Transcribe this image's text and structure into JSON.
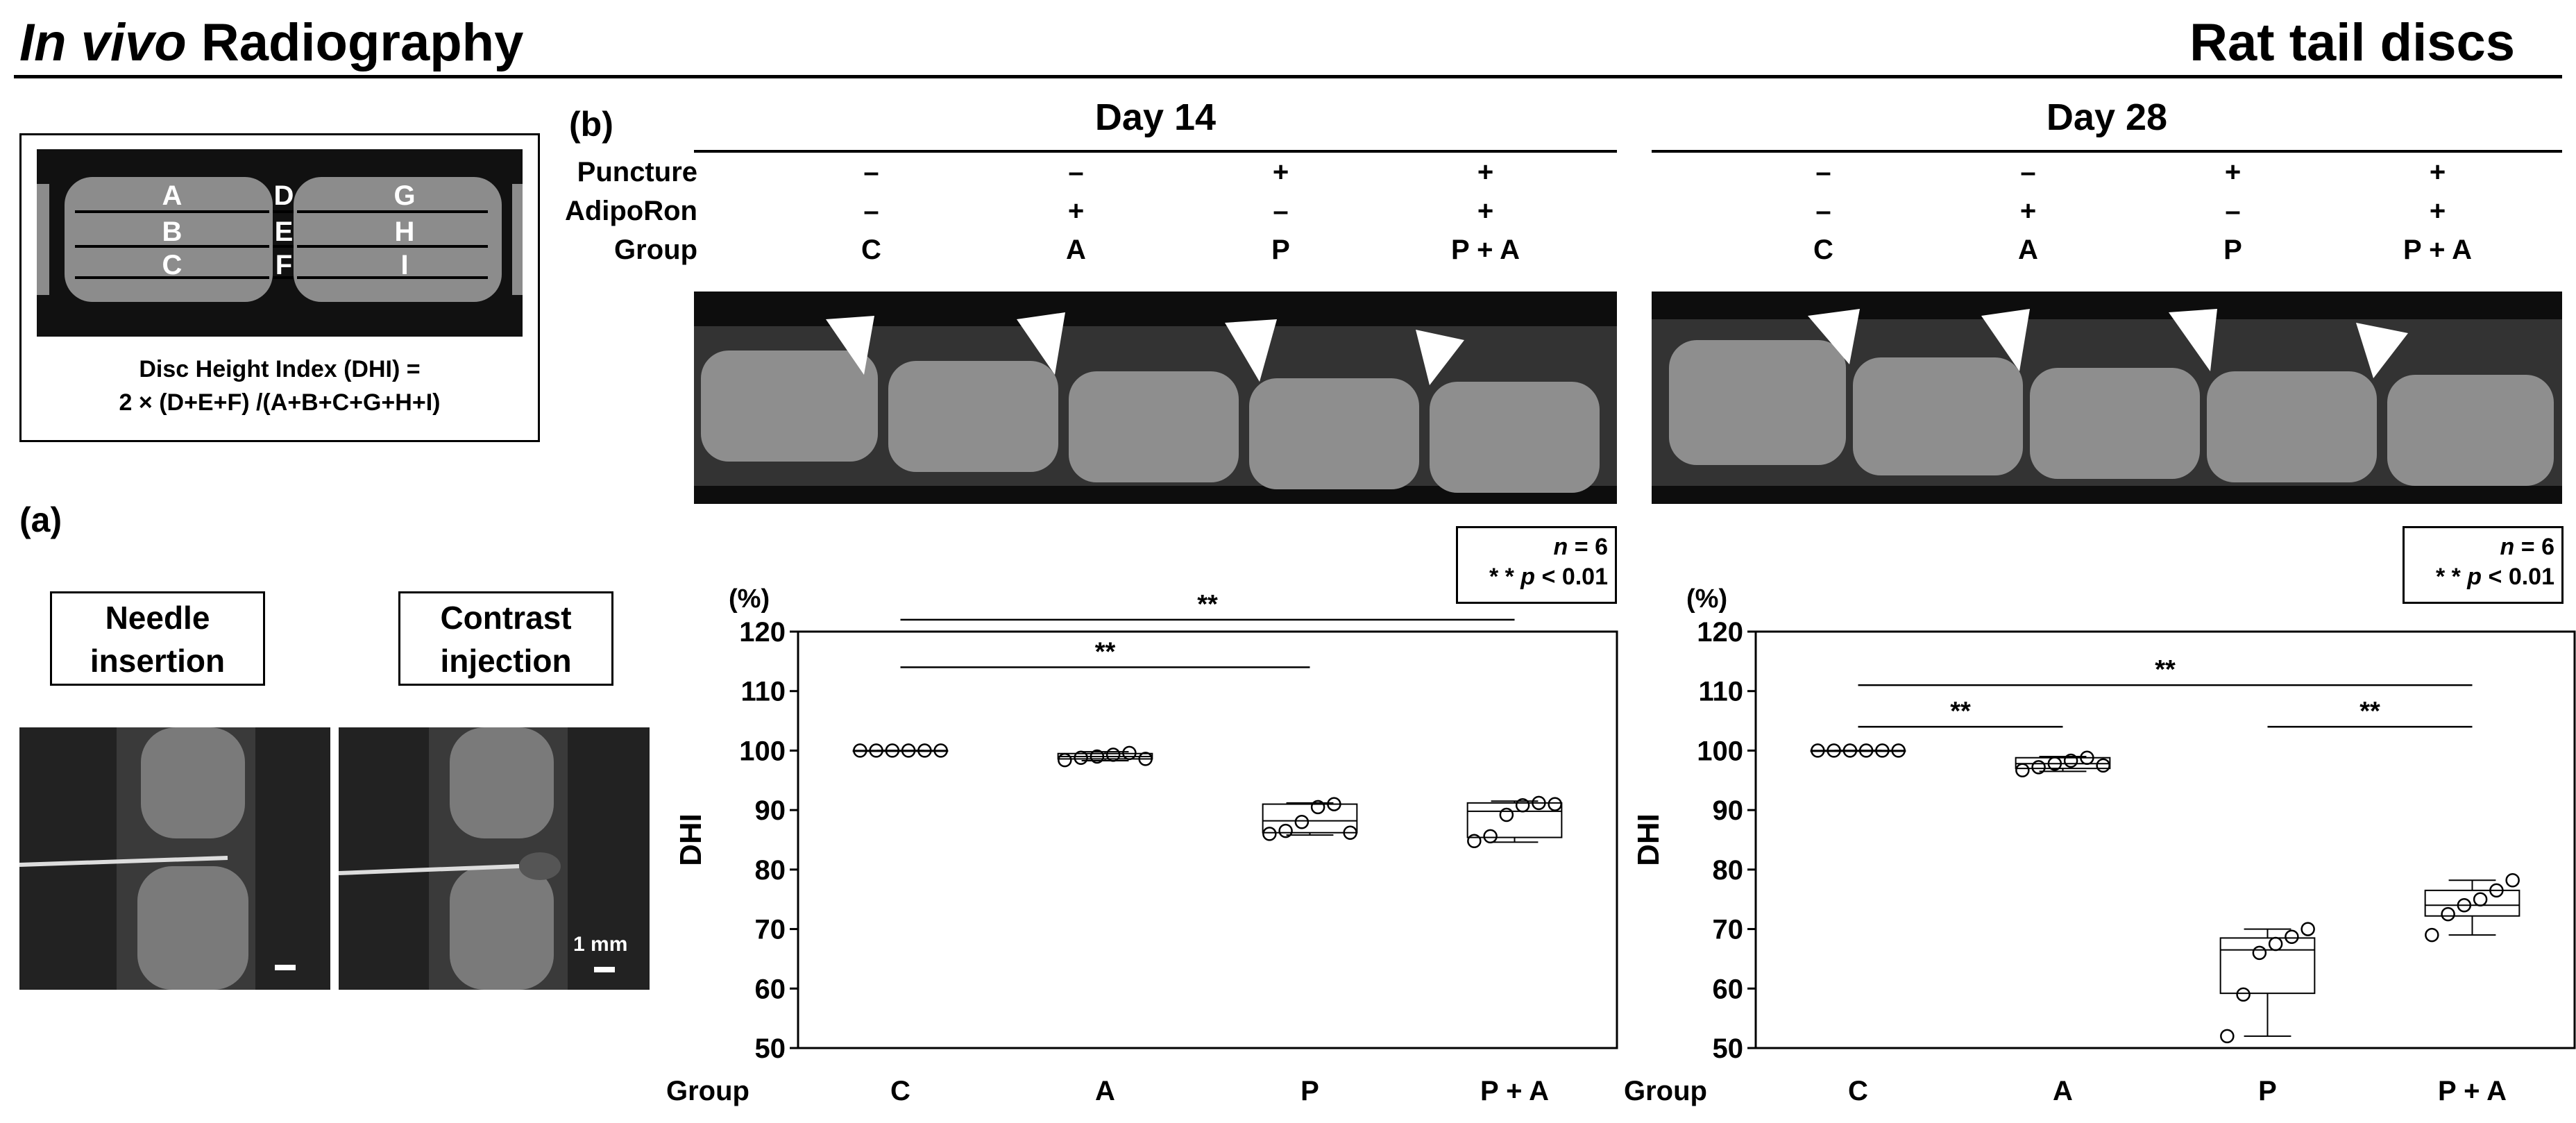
{
  "header": {
    "title_italic": "In vivo",
    "title_rest": " Radiography",
    "title_right": "Rat tail discs"
  },
  "panel_a": {
    "label": "(a)",
    "formula_line1": "Disc Height Index (DHI) =",
    "formula_line2": "2 × (D+E+F) /(A+B+C+G+H+I)",
    "measure_letters": [
      "A",
      "B",
      "C",
      "D",
      "E",
      "F",
      "G",
      "H",
      "I"
    ],
    "needle_label_1": "Needle",
    "needle_label_2": "insertion",
    "contrast_label_1": "Contrast",
    "contrast_label_2": "injection",
    "scale_label": "1 mm"
  },
  "panel_b": {
    "label": "(b)",
    "row_labels": [
      "Puncture",
      "AdipoRon",
      "Group"
    ],
    "day14": {
      "title": "Day 14",
      "puncture": [
        "–",
        "–",
        "+",
        "+"
      ],
      "adiporon": [
        "–",
        "+",
        "–",
        "+"
      ],
      "groups": [
        "C",
        "A",
        "P",
        "P + A"
      ]
    },
    "day28": {
      "title": "Day 28",
      "puncture": [
        "–",
        "–",
        "+",
        "+"
      ],
      "adiporon": [
        "–",
        "+",
        "–",
        "+"
      ],
      "groups": [
        "C",
        "A",
        "P",
        "P + A"
      ]
    },
    "stats_n": "n",
    "stats_n_val": " = 6",
    "stats_p_pre": "* * ",
    "stats_p": "p",
    "stats_p_val": " < 0.01"
  },
  "chart_data": [
    {
      "type": "box",
      "title": "Day 14",
      "ylabel": "DHI",
      "yunit": "(%)",
      "xlabel": "Group",
      "categories": [
        "C",
        "A",
        "P",
        "P + A"
      ],
      "ylim": [
        50,
        120
      ],
      "yticks": [
        50,
        60,
        70,
        80,
        90,
        100,
        110,
        120
      ],
      "boxes": [
        {
          "q1": 100,
          "median": 100,
          "q3": 100,
          "min": 100,
          "max": 100
        },
        {
          "q1": 98.6,
          "median": 99.0,
          "q3": 99.5,
          "min": 98.3,
          "max": 99.8
        },
        {
          "q1": 86.2,
          "median": 88.2,
          "q3": 91.0,
          "min": 85.8,
          "max": 91.2
        },
        {
          "q1": 85.4,
          "median": 89.8,
          "q3": 91.2,
          "min": 84.6,
          "max": 91.5
        }
      ],
      "points": [
        [
          100,
          100,
          100,
          100,
          100,
          100
        ],
        [
          98.4,
          98.8,
          99.0,
          99.3,
          99.6,
          98.6
        ],
        [
          86.0,
          86.5,
          88.0,
          90.5,
          91.0,
          86.2
        ],
        [
          84.8,
          85.6,
          89.2,
          90.8,
          91.2,
          91.0
        ]
      ],
      "significance": [
        {
          "from": "C",
          "to": "P",
          "y": 114,
          "label": "**"
        },
        {
          "from": "C",
          "to": "P + A",
          "y": 122,
          "label": "**"
        }
      ]
    },
    {
      "type": "box",
      "title": "Day 28",
      "ylabel": "DHI",
      "yunit": "(%)",
      "xlabel": "Group",
      "categories": [
        "C",
        "A",
        "P",
        "P + A"
      ],
      "ylim": [
        50,
        120
      ],
      "yticks": [
        50,
        60,
        70,
        80,
        90,
        100,
        110,
        120
      ],
      "boxes": [
        {
          "q1": 100,
          "median": 100,
          "q3": 100,
          "min": 100,
          "max": 100
        },
        {
          "q1": 97.0,
          "median": 97.8,
          "q3": 98.8,
          "min": 96.5,
          "max": 99.0
        },
        {
          "q1": 59.2,
          "median": 66.5,
          "q3": 68.5,
          "min": 52.0,
          "max": 70.0
        },
        {
          "q1": 72.2,
          "median": 74.0,
          "q3": 76.5,
          "min": 69.0,
          "max": 78.2
        }
      ],
      "points": [
        [
          100,
          100,
          100,
          100,
          100,
          100
        ],
        [
          96.7,
          97.2,
          97.8,
          98.3,
          98.8,
          97.5
        ],
        [
          52.0,
          59.0,
          66.0,
          67.5,
          68.7,
          70.0
        ],
        [
          69.0,
          72.5,
          74.0,
          75.0,
          76.5,
          78.2
        ]
      ],
      "significance": [
        {
          "from": "C",
          "to": "A",
          "y": 104,
          "label": "**"
        },
        {
          "from": "C",
          "to": "P + A",
          "y": 111,
          "label": "**"
        },
        {
          "from": "P",
          "to": "P + A",
          "y": 104,
          "label": "**"
        }
      ]
    }
  ],
  "colors": {
    "xray_background": "#0d0d0d",
    "bone": "#9a9a9a",
    "line": "#000000"
  }
}
